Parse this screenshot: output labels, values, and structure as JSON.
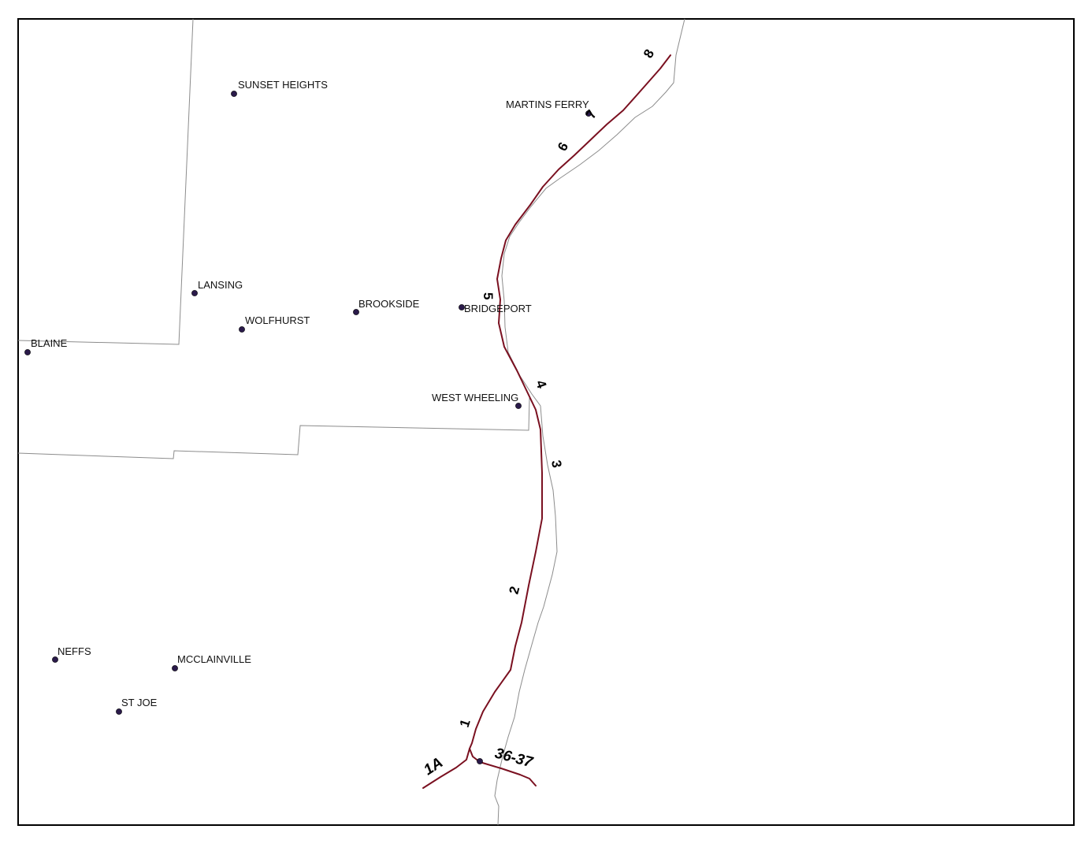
{
  "map": {
    "places": [
      {
        "name": "SUNSET HEIGHTS"
      },
      {
        "name": "MARTINS FERRY"
      },
      {
        "name": "LANSING"
      },
      {
        "name": "BROOKSIDE"
      },
      {
        "name": "BRIDGEPORT"
      },
      {
        "name": "WOLFHURST"
      },
      {
        "name": "BLAINE"
      },
      {
        "name": "WEST WHEELING"
      },
      {
        "name": "NEFFS"
      },
      {
        "name": "MCCLAINVILLE"
      },
      {
        "name": "ST JOE"
      }
    ],
    "mile_markers": [
      "8",
      "7",
      "6",
      "5",
      "4",
      "3",
      "2",
      "1"
    ],
    "exit_labels": [
      "1A",
      "36-37"
    ],
    "colors": {
      "route": "#7a1020",
      "boundary": "#8c8c8c",
      "place_dot": "#2a1a4a",
      "frame": "#000000"
    }
  }
}
